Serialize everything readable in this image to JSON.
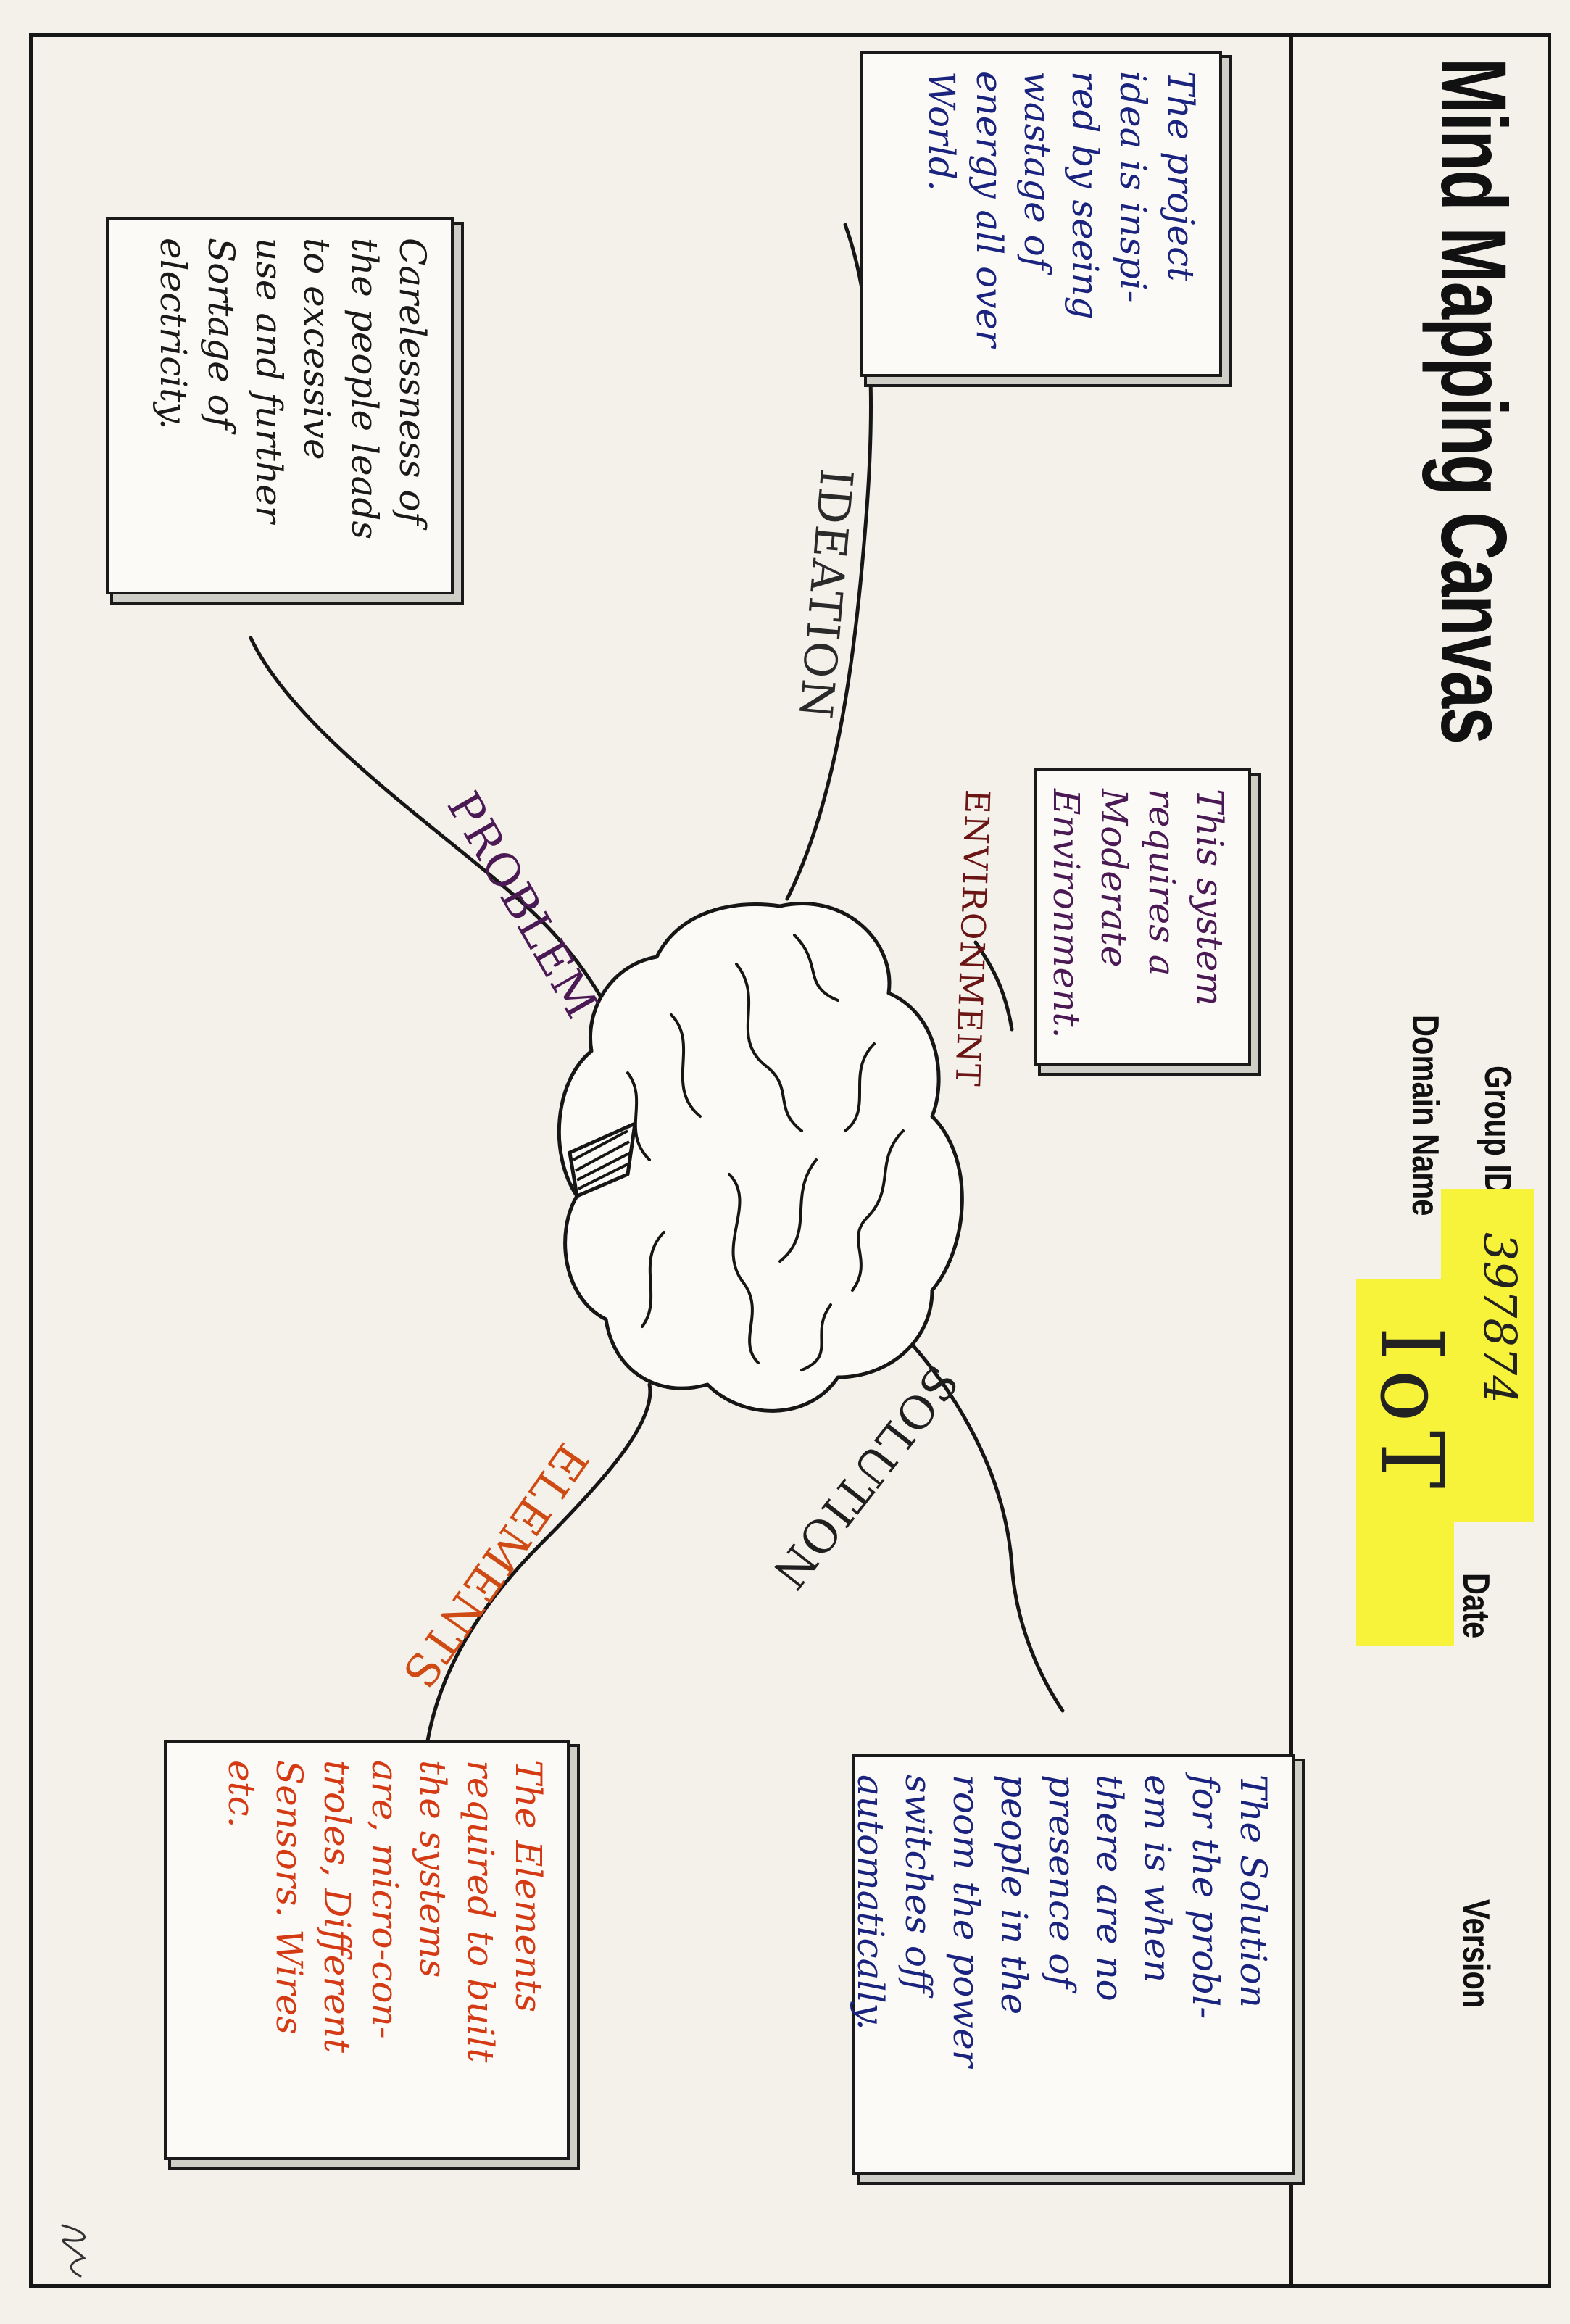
{
  "header": {
    "title": "Mind Mapping Canvas",
    "group_id_label": "Group ID",
    "group_id_value": "397874",
    "domain_name_label": "Domain Name",
    "domain_name_value": "IoT",
    "date_label": "Date",
    "version_label": "Version",
    "highlight_color": "#f7f23a"
  },
  "branches": [
    {
      "label": "IDEATION",
      "color": "#2a2a2a"
    },
    {
      "label": "ENVIRONMENT",
      "color": "#6b1515"
    },
    {
      "label": "SOLUTION",
      "color": "#1f1f1f"
    },
    {
      "label": "ELEMENTS",
      "color": "#d04a14"
    },
    {
      "label": "PROBLEM",
      "color": "#4b1a55"
    }
  ],
  "cards": {
    "ideation": {
      "text": "The project\nidea is inspi-\nred by seeing\nwastage of\nenergy all over\nWorld.",
      "color": "#1a237e"
    },
    "problem": {
      "text": "Carelessness of\nthe people leads\nto excessive\nuse and further\nSortage of\nelectricity.",
      "color": "#1a1a1a"
    },
    "environment": {
      "text": "This system\nrequires a\nModerate\nEnvironment.",
      "color_primary": "#4b1a55",
      "color_accent": "#8b1010"
    },
    "solution": {
      "text": "The Solution\nfor the probl-\nem is when\nthere are no\npresence of\npeople in the\nroom the power\nswitches off\nautomatically.",
      "color_primary": "#1a237e",
      "color_accent": "#1b7a3a"
    },
    "elements": {
      "text": "The Elements\nrequired to built\nthe systems\nare, micro-con-\ntroles, Different\nSensors. Wires\netc.",
      "color": "#d43a14"
    }
  },
  "central_image": "brain-icon"
}
